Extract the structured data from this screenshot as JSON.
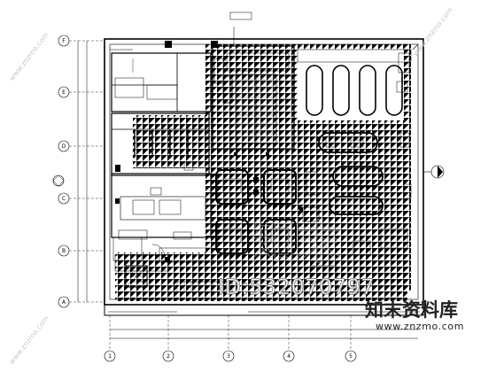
{
  "rows": [
    {
      "id": "row-F",
      "label": "F"
    },
    {
      "id": "row-E",
      "label": "E"
    },
    {
      "id": "row-D",
      "label": "D"
    },
    {
      "id": "row-C",
      "label": "C"
    },
    {
      "id": "row-B",
      "label": "B"
    },
    {
      "id": "row-A",
      "label": "A"
    }
  ],
  "cols": [
    {
      "id": "col-1",
      "label": "1"
    },
    {
      "id": "col-2",
      "label": "2"
    },
    {
      "id": "col-3",
      "label": "3"
    },
    {
      "id": "col-4",
      "label": "4"
    },
    {
      "id": "col-5",
      "label": "5"
    }
  ],
  "colors": {
    "line": "#000000",
    "grid": "#777777",
    "watermark": "#9a9a9a",
    "brand": "#222222"
  },
  "watermark": {
    "id_text": "ID:532070797",
    "brand_cn": "知末资料库",
    "brand_url": "www.znzmo.com",
    "diag": "www.znzmo.com",
    "logo_cn": "知末"
  },
  "icons": {
    "stair": "stair-icon",
    "section_marker": "section-marker-icon",
    "logo": "znzmo-logo-icon"
  }
}
